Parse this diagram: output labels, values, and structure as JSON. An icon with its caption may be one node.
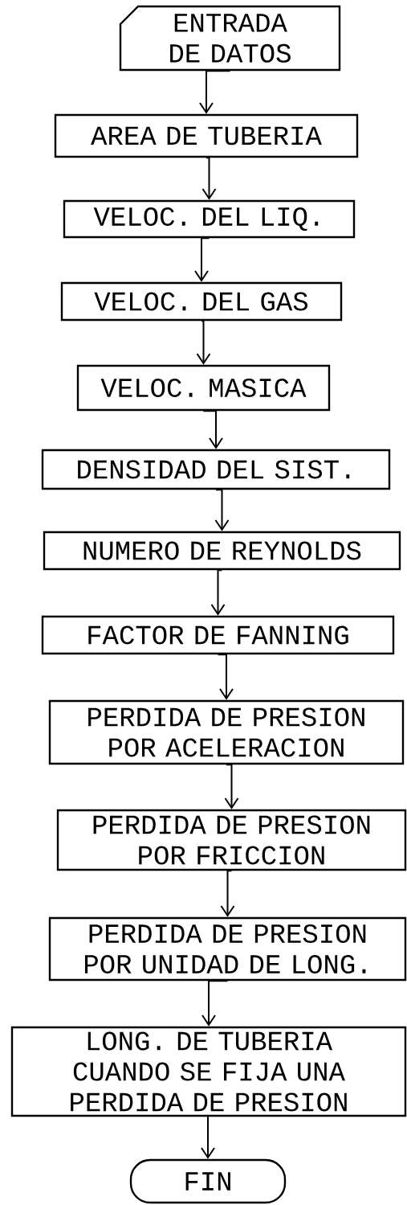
{
  "diagram": {
    "nodes": [
      {
        "text": [
          "ENTRADA DE DATOS"
        ]
      },
      {
        "text": [
          "AREA DE TUBERIA"
        ]
      },
      {
        "text": [
          "VELOC. DEL LIQ."
        ]
      },
      {
        "text": [
          "VELOC. DEL GAS"
        ]
      },
      {
        "text": [
          "VELOC. MASICA"
        ]
      },
      {
        "text": [
          "DENSIDAD DEL SIST."
        ]
      },
      {
        "text": [
          "NUMERO DE REYNOLDS"
        ]
      },
      {
        "text": [
          "FACTOR DE FANNING"
        ]
      },
      {
        "text": [
          "PERDIDA DE PRESION POR ACELERACION"
        ]
      },
      {
        "text": [
          "PERDIDA DE PRESION POR FRICCION"
        ]
      },
      {
        "text": [
          "PERDIDA DE PRESION POR UNIDAD DE LONG."
        ]
      },
      {
        "text": [
          "LONG. DE TUBERIA CUANDO SE FIJA UNA PERDIDA DE PRESION"
        ]
      },
      {
        "text": [
          "FIN"
        ]
      }
    ],
    "edges": [
      {
        "from": 0,
        "to": 1,
        "arrow": "to"
      },
      {
        "from": 1,
        "to": 2,
        "arrow": "to"
      },
      {
        "from": 2,
        "to": 3,
        "arrow": "to"
      },
      {
        "from": 3,
        "to": 4,
        "arrow": "to"
      },
      {
        "from": 4,
        "to": 5,
        "arrow": "to"
      },
      {
        "from": 5,
        "to": 6,
        "arrow": "to"
      },
      {
        "from": 6,
        "to": 7,
        "arrow": "to"
      },
      {
        "from": 7,
        "to": 8,
        "arrow": "to"
      },
      {
        "from": 8,
        "to": 9,
        "arrow": "to"
      },
      {
        "from": 9,
        "to": 10,
        "arrow": "to"
      },
      {
        "from": 10,
        "to": 11,
        "arrow": "to"
      },
      {
        "from": 11,
        "to": 12,
        "arrow": "to"
      }
    ]
  }
}
